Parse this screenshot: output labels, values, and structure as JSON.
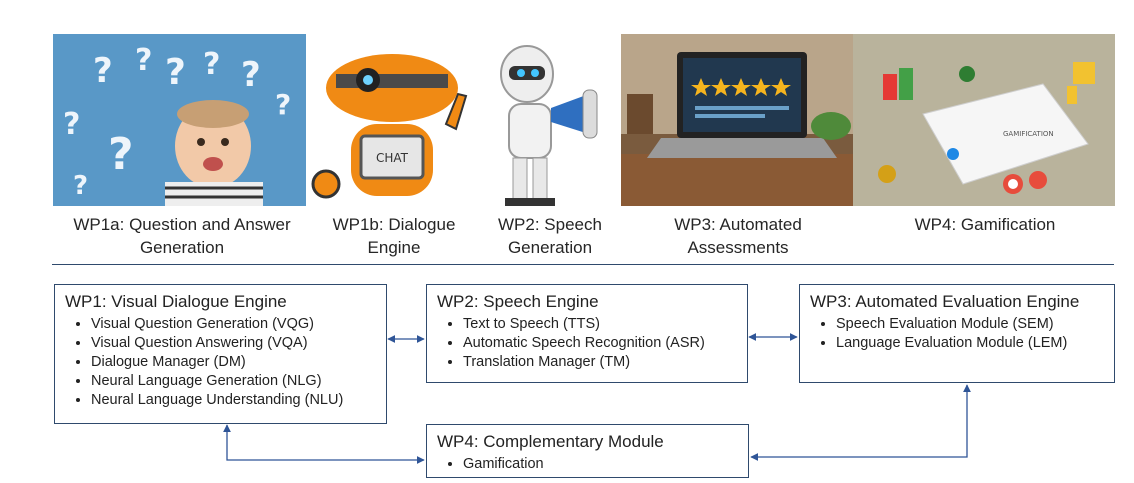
{
  "captions": {
    "wp1a": [
      "WP1a: Question and Answer",
      "Generation"
    ],
    "wp1b": [
      "WP1b: Dialogue",
      "Engine"
    ],
    "wp2": [
      "WP2: Speech",
      "Generation"
    ],
    "wp3": [
      "WP3: Automated",
      "Assessments"
    ],
    "wp4": [
      "WP4: Gamification"
    ]
  },
  "chat_label": "CHAT",
  "boxes": {
    "wp1": {
      "title": "WP1: Visual Dialogue Engine",
      "items": [
        "Visual Question Generation (VQG)",
        "Visual Question Answering (VQA)",
        "Dialogue Manager (DM)",
        "Neural Language Generation (NLG)",
        "Neural Language Understanding (NLU)"
      ]
    },
    "wp2": {
      "title": "WP2: Speech Engine",
      "items": [
        "Text to Speech (TTS)",
        "Automatic Speech Recognition (ASR)",
        "Translation Manager (TM)"
      ]
    },
    "wp3": {
      "title": "WP3: Automated Evaluation Engine",
      "items": [
        "Speech Evaluation Module (SEM)",
        "Language Evaluation Module (LEM)"
      ]
    },
    "wp4": {
      "title": "WP4: Complementary Module",
      "items": [
        "Gamification"
      ]
    }
  },
  "colors": {
    "box_border": "#2f4a6d",
    "arrow": "#2f5597"
  }
}
